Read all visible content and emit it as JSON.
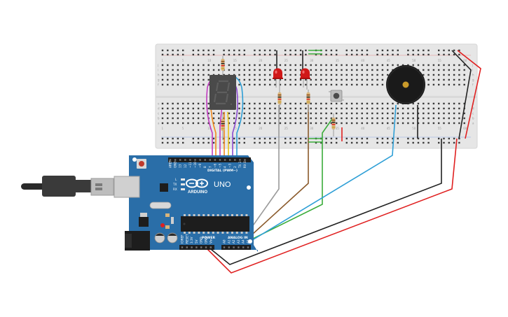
{
  "board": {
    "name": "UNO",
    "brand": "ARDUINO",
    "digital_header": "DIGITAL (PWM~)",
    "power_header": "POWER",
    "analog_header": "ANALOG IN",
    "tx_label": "TX",
    "rx_label": "RX",
    "l_label": "L",
    "digital_pins": [
      "AREF",
      "GND",
      "13",
      "12",
      "~11",
      "~10",
      "~9",
      "8",
      "7",
      "~6",
      "~5",
      "4",
      "~3",
      "2",
      "TX 1",
      "RX 0"
    ],
    "power_pins": [
      "IOREF",
      "RESET",
      "3.3V",
      "5V",
      "GND",
      "GND",
      "Vin"
    ],
    "analog_pins": [
      "A0",
      "A1",
      "A2",
      "A3",
      "A4",
      "A5"
    ]
  },
  "breadboard": {
    "column_numbers": [
      "1",
      "5",
      "10",
      "15",
      "20",
      "25",
      "30",
      "35",
      "40",
      "45",
      "50",
      "55",
      "60"
    ],
    "row_letters": [
      "a",
      "b",
      "c",
      "d",
      "e",
      "f",
      "g",
      "h",
      "i",
      "j"
    ]
  },
  "colors": {
    "board": "#2a6ea8",
    "breadboard": "#e6e6e6",
    "wire_red": "#e02020",
    "wire_black": "#222222",
    "wire_blue": "#2e9fd6",
    "wire_green": "#3aac3a",
    "wire_brown": "#8a5a2b",
    "wire_gray": "#9a9a9a",
    "wire_magenta": "#c03cc0",
    "wire_orange": "#f08a1c",
    "wire_yellow": "#e8c21a",
    "wire_purple": "#8a4ad0",
    "led": "#d01818",
    "buzzer": "#1a1a1a"
  }
}
